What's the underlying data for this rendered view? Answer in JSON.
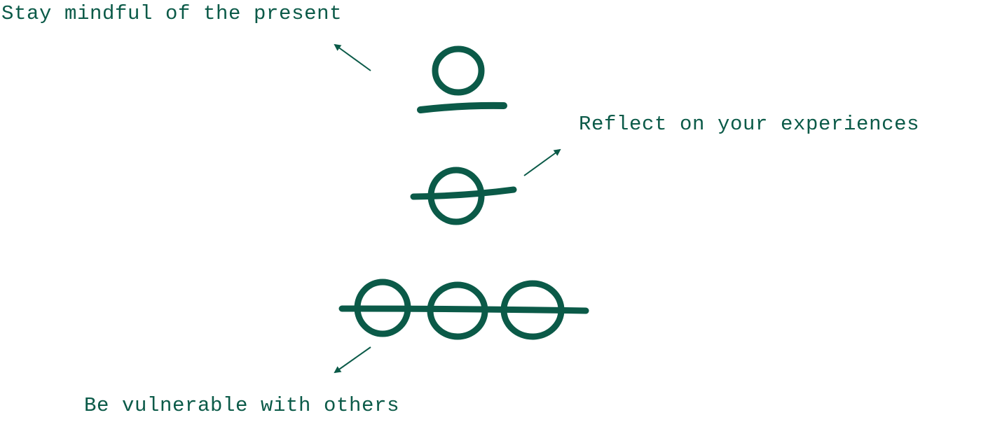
{
  "colors": {
    "ink": "#0b5a48",
    "background": "#ffffff"
  },
  "labels": {
    "top": "Stay mindful of the present",
    "middle": "Reflect on your experiences",
    "bottom": "Be vulnerable with others"
  },
  "icons": {
    "top": "circle-above-line-icon",
    "middle": "circle-crossed-by-line-icon",
    "bottom": "three-circles-on-line-icon",
    "pointer": "arrow-icon"
  }
}
